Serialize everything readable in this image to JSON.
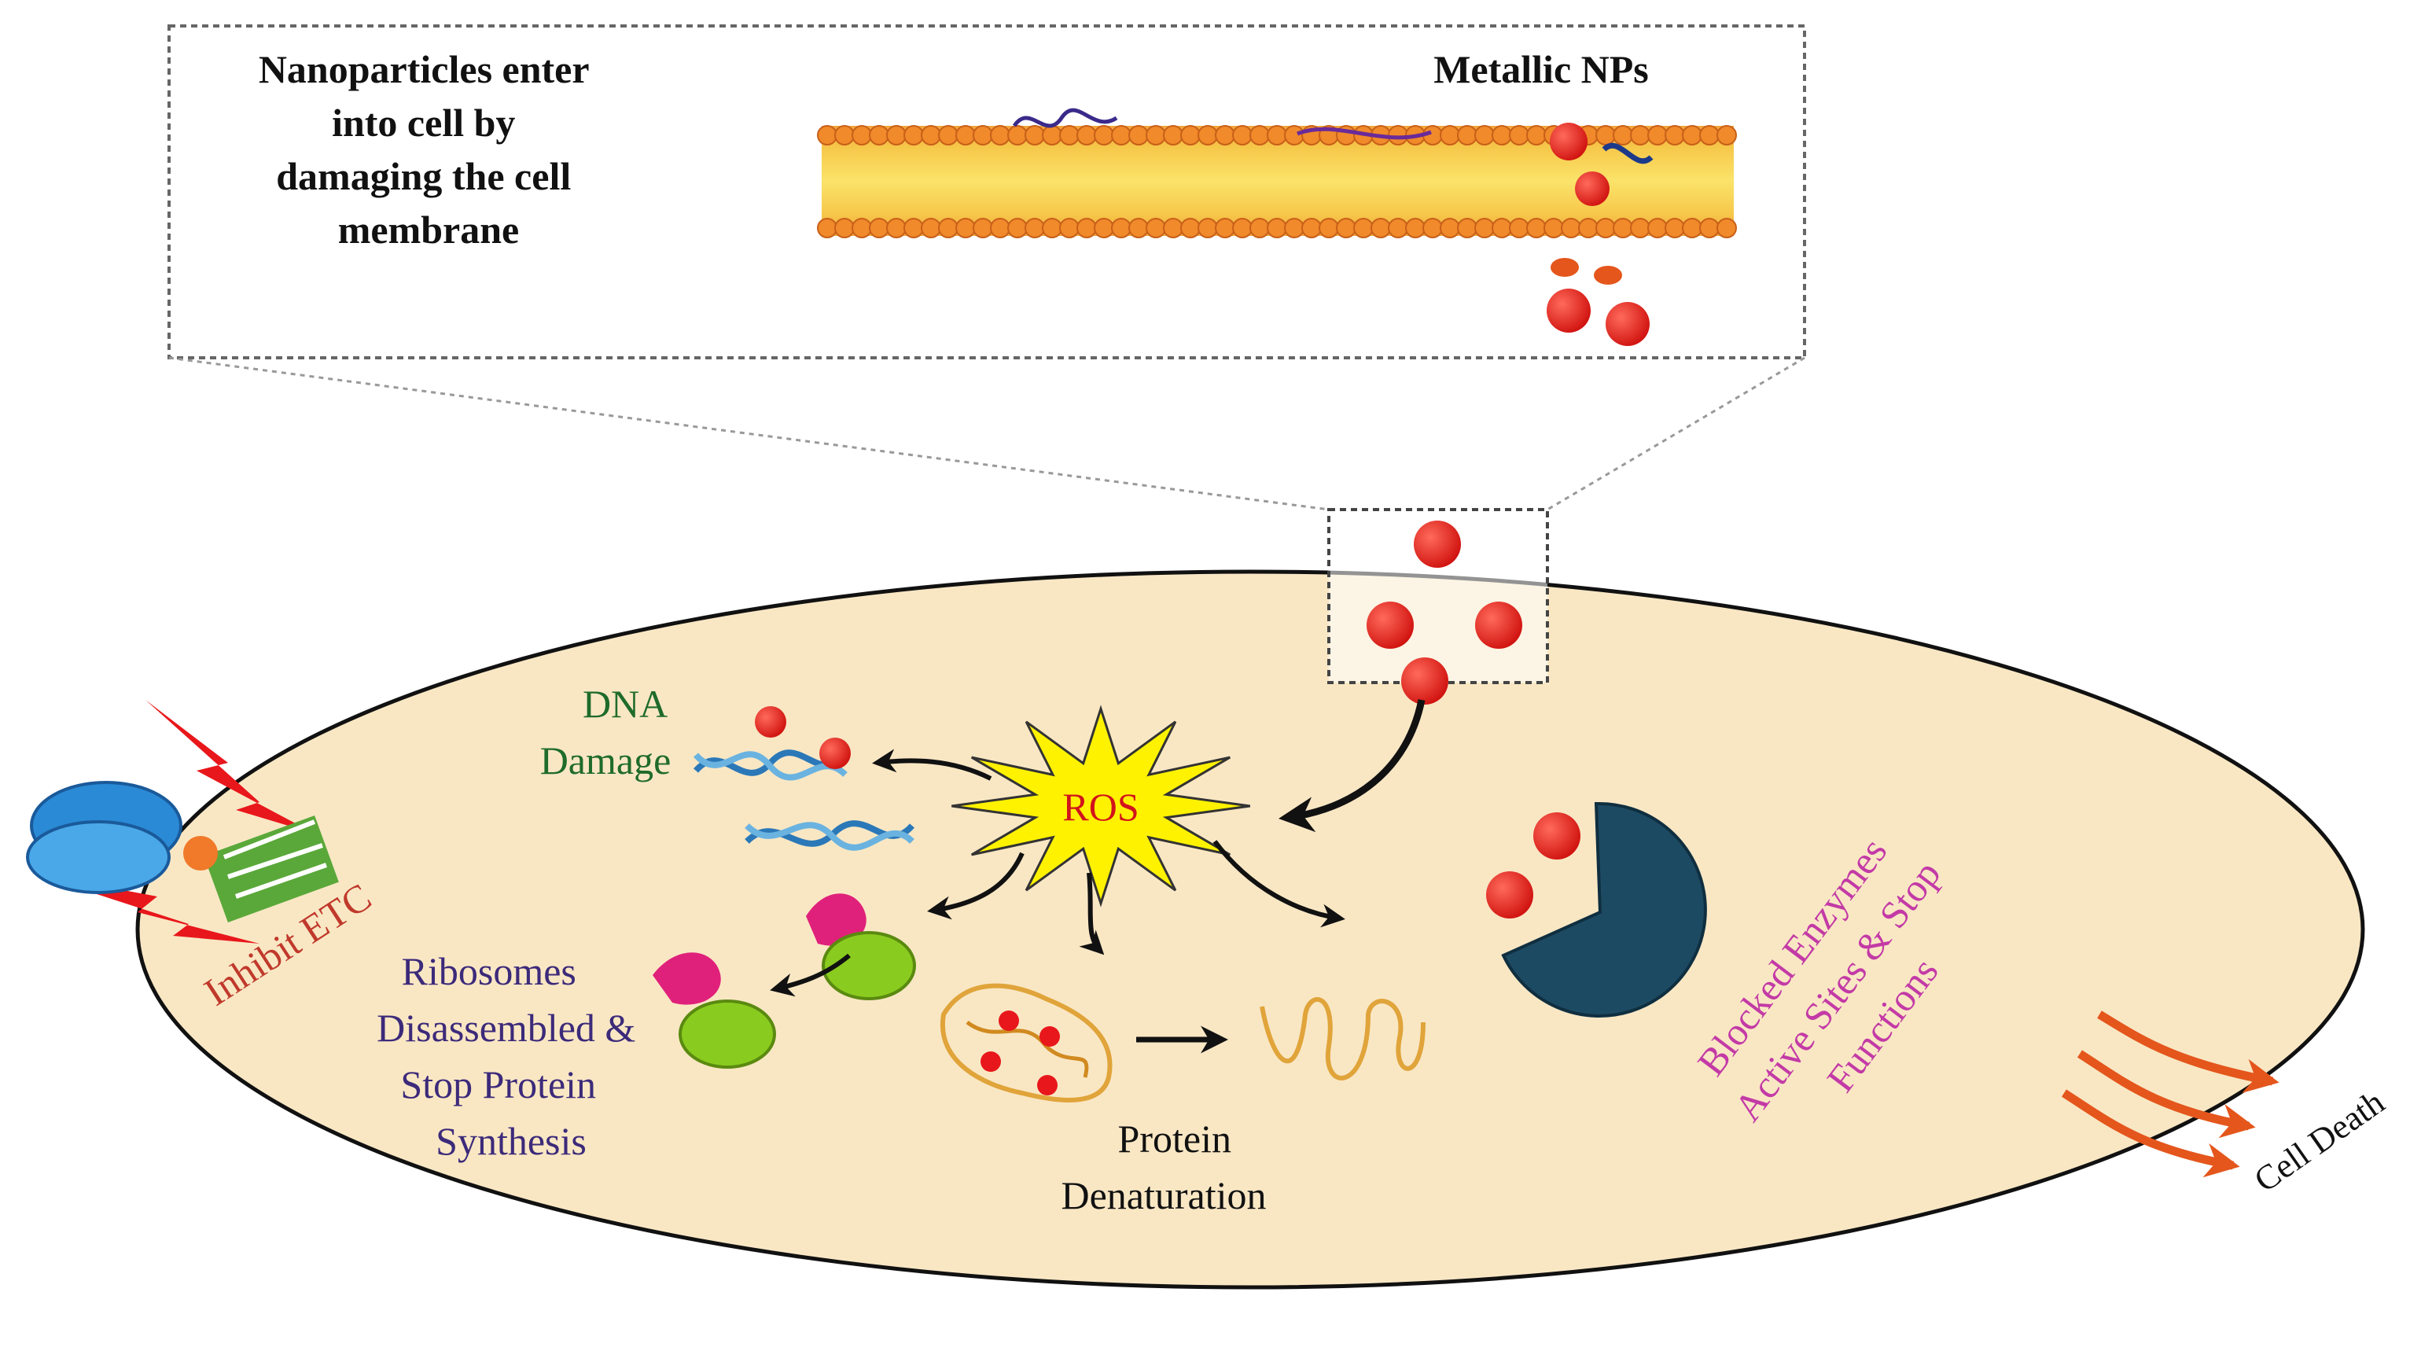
{
  "inset": {
    "entry_text_lines": [
      "Nanoparticles enter",
      "into cell by",
      "damaging the cell",
      "membrane"
    ],
    "metallic_label": "Metallic NPs"
  },
  "cell": {
    "dna_label_lines": [
      "DNA",
      "Damage"
    ],
    "ros_label": "ROS",
    "etc_label": "Inhibit ETC",
    "ribosome_label_lines": [
      "Ribosomes",
      "Disassembled &",
      "Stop Protein",
      "Synthesis"
    ],
    "protein_label_lines": [
      "Protein",
      "Denaturation"
    ],
    "enzyme_label_lines": [
      "Blocked Enzymes",
      "Active Sites & Stop",
      "Functions"
    ],
    "death_label": "Cell Death"
  },
  "colors": {
    "cell_fill": "#f9e7c4",
    "nanoparticle": "#e8171b",
    "ros_star": "#fff200",
    "ros_text": "#d2141b",
    "dna_text": "#1f6b2a",
    "ribosome_text": "#3c2a7a",
    "etc_text": "#c0392b",
    "enzyme_text": "#c33aa6",
    "enzyme_shape": "#1d4a63",
    "arrow": "#111111",
    "death_arrows": "#e4561c"
  }
}
